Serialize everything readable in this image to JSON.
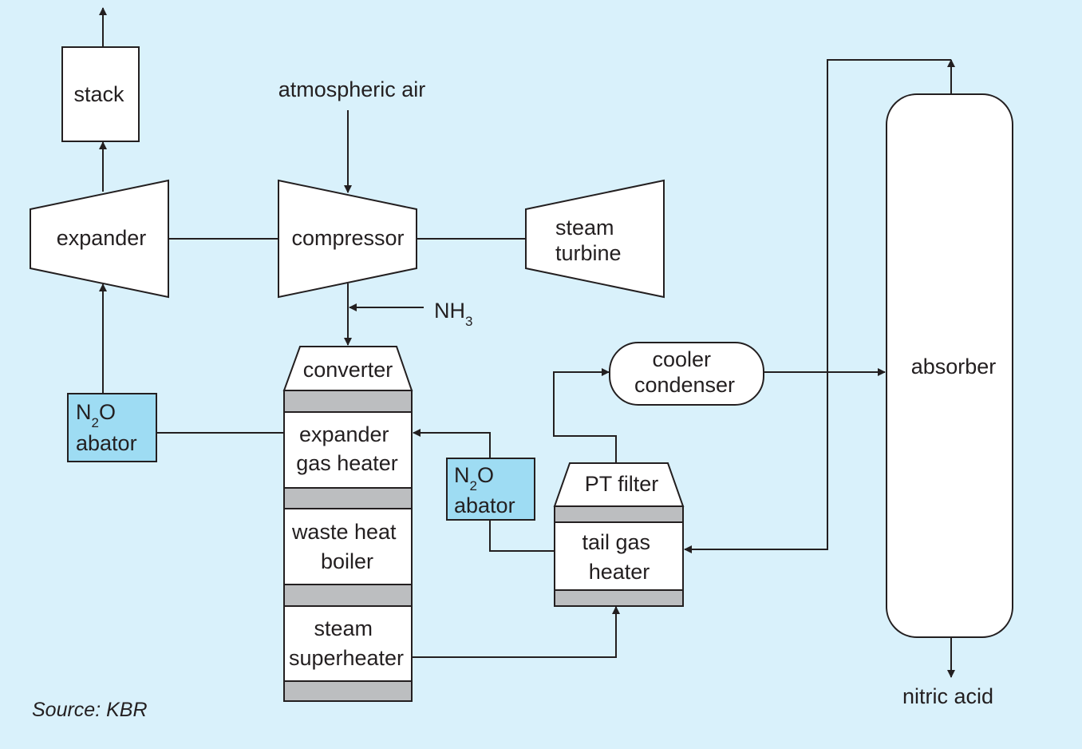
{
  "colors": {
    "background": "#d9f1fb",
    "line": "#231f20",
    "box_fill": "#ffffff",
    "band_fill": "#bcbec0",
    "abator_fill": "#9edcf3"
  },
  "nodes": {
    "stack": "stack",
    "atmospheric_air": "atmospheric air",
    "expander": "expander",
    "compressor": "compressor",
    "steam_turbine": [
      "steam",
      "turbine"
    ],
    "nh3": {
      "base": "NH",
      "subscript": "3"
    },
    "converter": "converter",
    "expander_gas_heater": [
      "expander",
      "gas heater"
    ],
    "waste_heat_boiler": [
      "waste heat",
      "boiler"
    ],
    "steam_superheater": [
      "steam",
      "superheater"
    ],
    "n2o_abator_left": {
      "line1_base": "N",
      "line1_sub": "2",
      "line1_end": "O",
      "line2": "abator"
    },
    "n2o_abator_mid": {
      "line1_base": "N",
      "line1_sub": "2",
      "line1_end": "O",
      "line2": "abator"
    },
    "cooler_condenser": [
      "cooler",
      "condenser"
    ],
    "pt_filter": "PT filter",
    "tail_gas_heater": [
      "tail gas",
      "heater"
    ],
    "absorber": "absorber",
    "nitric_acid": "nitric acid"
  },
  "source": "Source: KBR"
}
